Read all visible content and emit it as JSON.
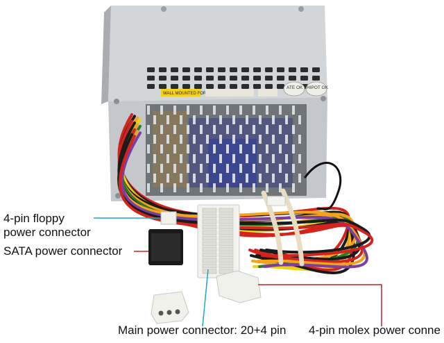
{
  "photo": {
    "subject": "computer power supply unit with cables",
    "background_color": "#ffffff",
    "housing_color": "#c9cccf",
    "sticker_texts": [
      "WALL MOUNTED FOR",
      "ATE OK",
      "HIPOT OK"
    ]
  },
  "callouts": {
    "floppy_line1": "4-pin floppy",
    "floppy_line2": "power connector",
    "sata": "SATA power connector",
    "main": "Main power connector: 20+4 pin",
    "molex": "4-pin molex power conne"
  },
  "leader_colors": {
    "floppy": "#1aa7c9",
    "sata": "#e01b24",
    "main": "#1aa7c9",
    "molex": "#c0202a"
  }
}
